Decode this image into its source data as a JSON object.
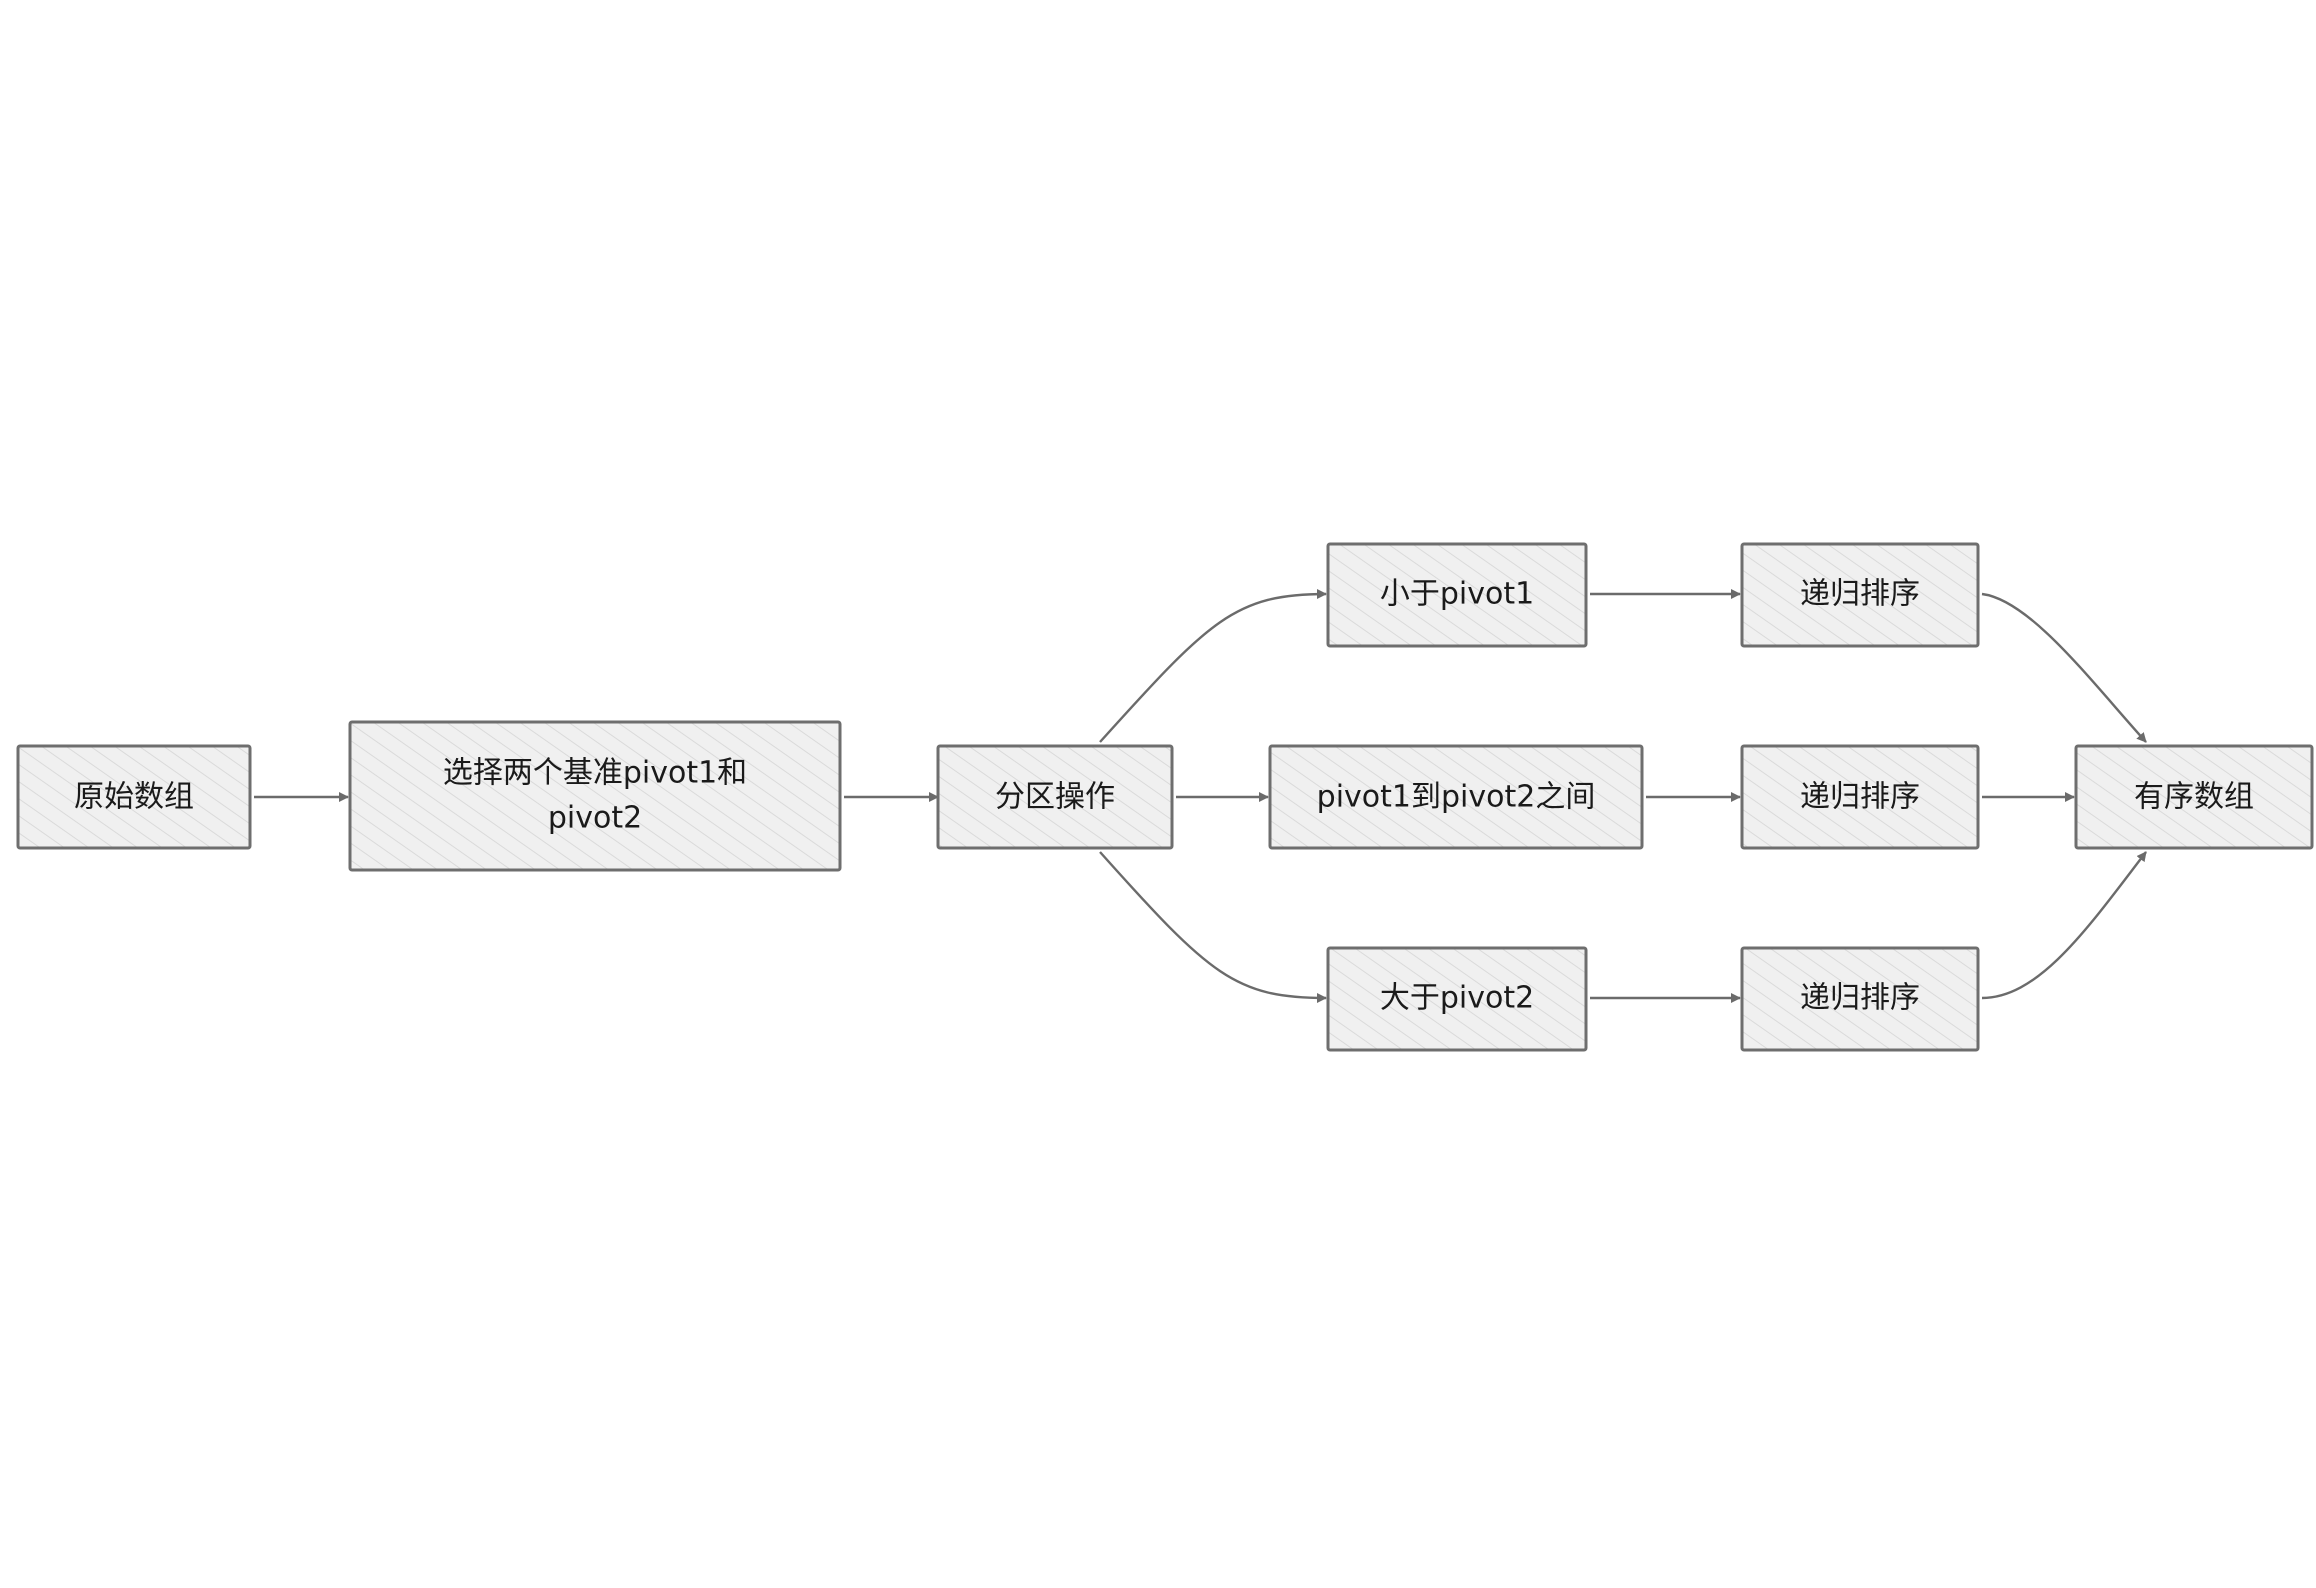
{
  "nodes": {
    "original_array": {
      "label": "原始数组"
    },
    "select_pivots": {
      "line1": "选择两个基准pivot1和",
      "line2": "pivot2"
    },
    "partition": {
      "label": "分区操作"
    },
    "less_than_pivot1": {
      "label": "小于pivot1"
    },
    "between_pivots": {
      "label": "pivot1到pivot2之间"
    },
    "greater_than_pivot2": {
      "label": "大于pivot2"
    },
    "recursive_sort_top": {
      "label": "递归排序"
    },
    "recursive_sort_middle": {
      "label": "递归排序"
    },
    "recursive_sort_bottom": {
      "label": "递归排序"
    },
    "sorted_array": {
      "label": "有序数组"
    }
  },
  "colors": {
    "node_fill": "#f0f0f0",
    "node_stroke": "#6e6e6e",
    "hatch": "#d9d9d9",
    "edge": "#6b6b6b"
  }
}
